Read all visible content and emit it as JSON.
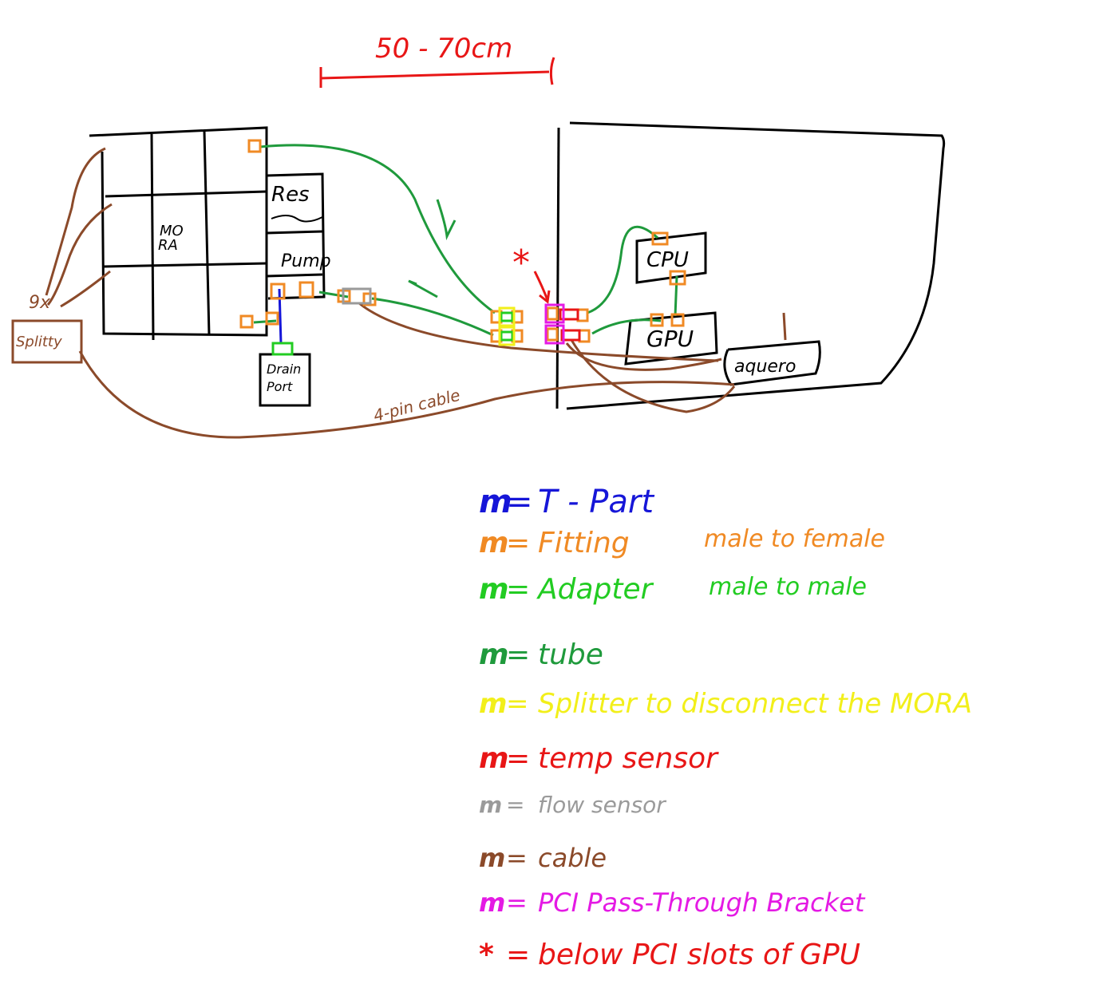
{
  "dimension": {
    "label": "50 - 70cm"
  },
  "labels": {
    "mora": [
      "MO",
      "RA"
    ],
    "res": "Res",
    "pump": "Pump",
    "drain": [
      "Drain",
      "Port"
    ],
    "splitty": "Splitty",
    "count": "9x",
    "cpu": "CPU",
    "gpu": "GPU",
    "aquero": "aquero",
    "cable4pin": "4-pin cable",
    "star": "*"
  },
  "legend": [
    {
      "mark": "m",
      "text": "T - Part",
      "extra": "",
      "color": "#1616d8"
    },
    {
      "mark": "m",
      "text": "Fitting",
      "extra": "male to female",
      "color": "#f08a24"
    },
    {
      "mark": "m",
      "text": "Adapter",
      "extra": "male to male",
      "color": "#22cc22"
    },
    {
      "mark": "m",
      "text": "tube",
      "extra": "",
      "color": "#1f9a3c"
    },
    {
      "mark": "m",
      "text": "Splitter to disconnect the MORA",
      "extra": "",
      "color": "#f2ef1a"
    },
    {
      "mark": "m",
      "text": "temp sensor",
      "extra": "",
      "color": "#e81616"
    },
    {
      "mark": "m",
      "text": "flow sensor",
      "extra": "",
      "color": "#9a9a9a"
    },
    {
      "mark": "m",
      "text": "cable",
      "extra": "",
      "color": "#8b4a2a"
    },
    {
      "mark": "m",
      "text": "PCI Pass-Through Bracket",
      "extra": "",
      "color": "#e41ae4"
    },
    {
      "mark": "*",
      "text": "below PCI slots of GPU",
      "extra": "",
      "color": "#e81616"
    }
  ]
}
